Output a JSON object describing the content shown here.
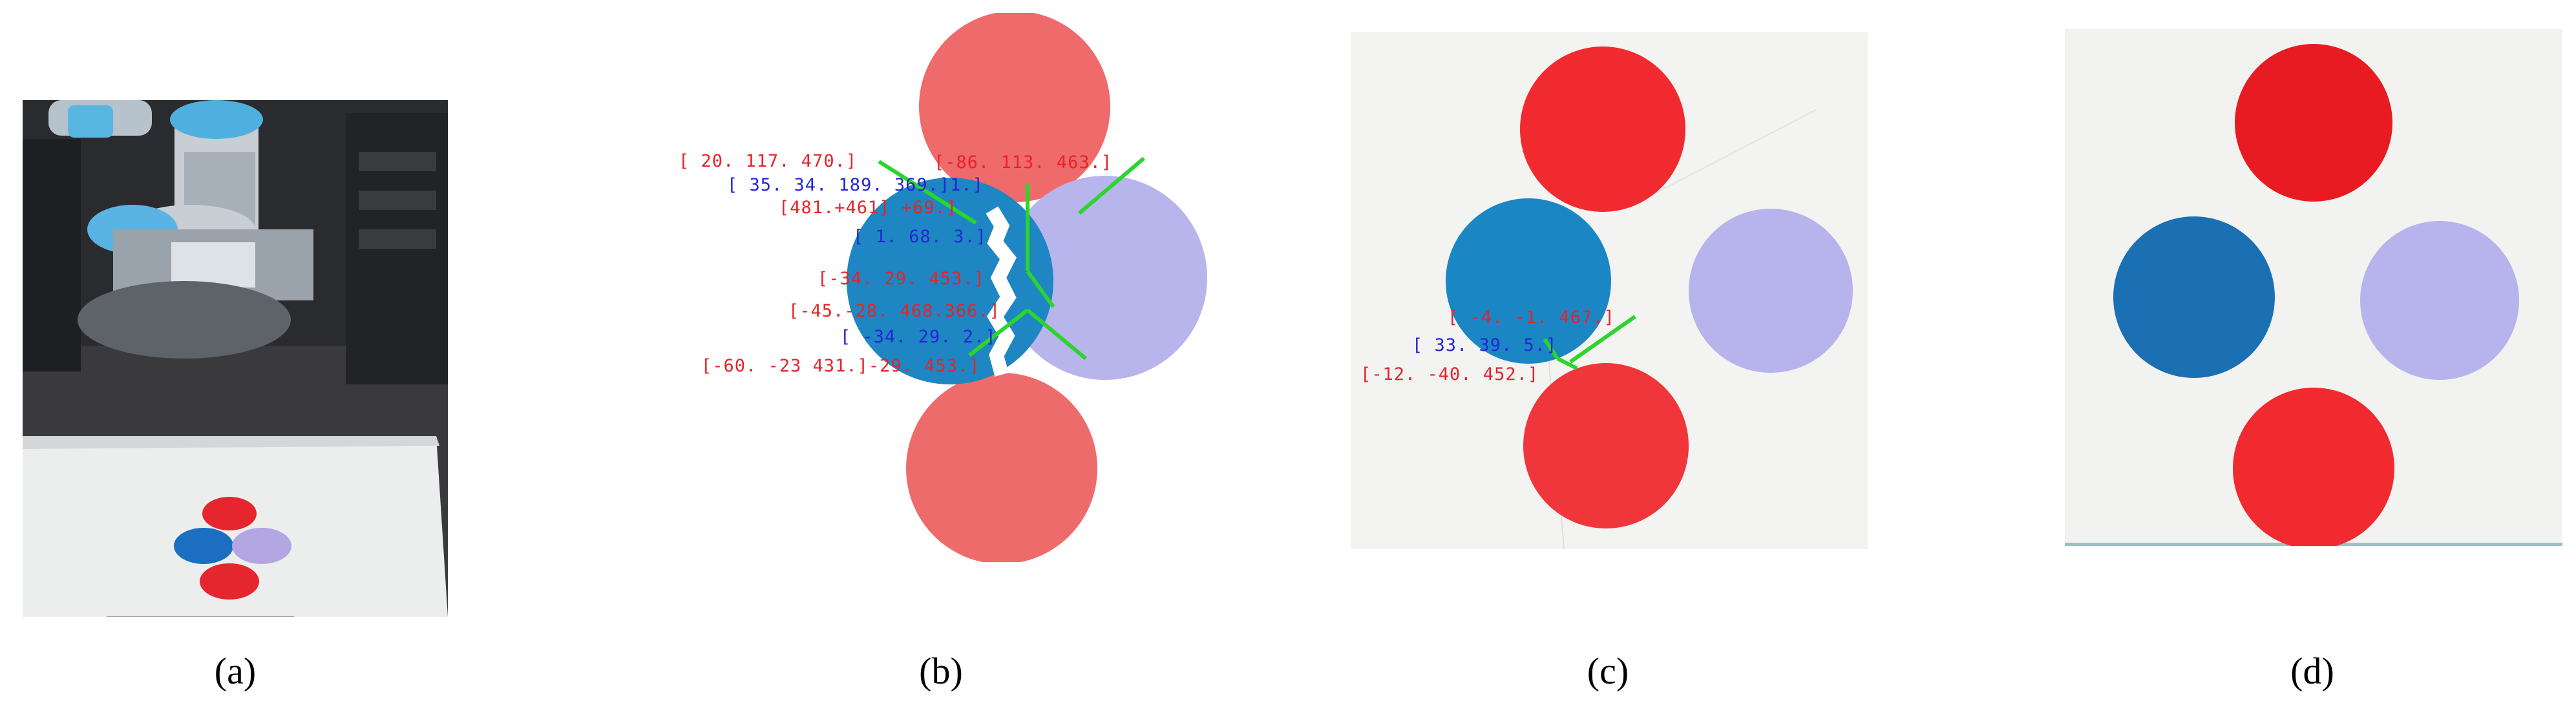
{
  "figure": {
    "panels": [
      {
        "label": "a",
        "caption_open": "(",
        "caption_close": ")",
        "content": "robot-arm-workspace-photo"
      },
      {
        "label": "b",
        "caption_open": "(",
        "caption_close": ")",
        "content": "overlapping-disks-with-pose-annotations"
      },
      {
        "label": "c",
        "caption_open": "(",
        "caption_close": ")",
        "content": "partially-separated-disks-with-pose-annotations"
      },
      {
        "label": "d",
        "caption_open": "(",
        "caption_close": ")",
        "content": "separated-disks"
      }
    ]
  },
  "annotations_b": {
    "red": [
      "[ 20. 117. 470.]",
      "[-86. 113. 463.]",
      "[481.+461] +69.]",
      "[-34. 29. 453.]",
      "[-45.-28. 468.366.]",
      "[-60. -23 431.]-29. 453.]"
    ],
    "blue": [
      "[ 35. 34. 189. 369.]1.]",
      "[ 1. 68. 3.]",
      "[ -34. 29. 2.]"
    ]
  },
  "annotations_c": {
    "red": [
      "[ -4. -1. 467.]",
      "[-12. -40. 452.]"
    ],
    "blue": [
      "[ 33. 39. 5.]"
    ]
  },
  "colors": {
    "disk_red": "#f02a2e",
    "disk_red_b": "#ee6b6c",
    "disk_blue": "#1b86c4",
    "disk_blue_d": "#1b6fb3",
    "disk_lavender": "#b7b3ec",
    "arrow_green": "#2bd52b",
    "label_red": "#e8222a",
    "label_blue": "#2326d6"
  }
}
